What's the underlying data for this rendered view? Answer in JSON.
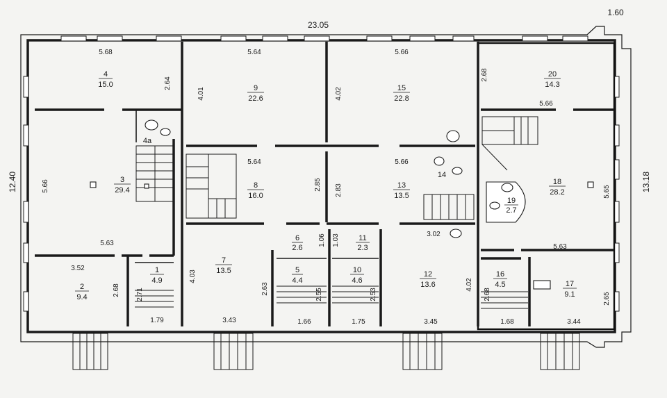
{
  "overall": {
    "width": "23.05",
    "depth_left": "12.40",
    "depth_right": "13.18",
    "corner": "1.60"
  },
  "rooms": [
    {
      "id": "r4",
      "number": "4",
      "area": "15.0"
    },
    {
      "id": "r9",
      "number": "9",
      "area": "22.6"
    },
    {
      "id": "r15",
      "number": "15",
      "area": "22.8"
    },
    {
      "id": "r20",
      "number": "20",
      "area": "14.3"
    },
    {
      "id": "r3",
      "number": "3",
      "area": "29.4"
    },
    {
      "id": "r8",
      "number": "8",
      "area": "16.0"
    },
    {
      "id": "r13",
      "number": "13",
      "area": "13.5"
    },
    {
      "id": "r18",
      "number": "18",
      "area": "28.2"
    },
    {
      "id": "r19",
      "number": "19",
      "area": "2.7"
    },
    {
      "id": "r2",
      "number": "2",
      "area": "9.4"
    },
    {
      "id": "r1",
      "number": "1",
      "area": "4.9"
    },
    {
      "id": "r7",
      "number": "7",
      "area": "13.5"
    },
    {
      "id": "r6",
      "number": "6",
      "area": "2.6"
    },
    {
      "id": "r5",
      "number": "5",
      "area": "4.4"
    },
    {
      "id": "r11",
      "number": "11",
      "area": "2.3"
    },
    {
      "id": "r10",
      "number": "10",
      "area": "4.6"
    },
    {
      "id": "r12",
      "number": "12",
      "area": "13.6"
    },
    {
      "id": "r16",
      "number": "16",
      "area": "4.5"
    },
    {
      "id": "r17",
      "number": "17",
      "area": "9.1"
    }
  ],
  "labels": {
    "r4a": "4a",
    "r14": "14"
  },
  "dims": {
    "d_568": "5.68",
    "d_264": "2.64",
    "d_564a": "5.64",
    "d_401": "4.01",
    "d_566a": "5.66",
    "d_402a": "4.02",
    "d_268a": "2.68",
    "d_566b": "5.66",
    "d_566c": "5.66",
    "d_564b": "5.64",
    "d_285": "2.85",
    "d_283": "2.83",
    "d_566d": "5.66",
    "d_565": "5.65",
    "d_563a": "5.63",
    "d_352": "3.52",
    "d_268b": "2.68",
    "d_271": "2.71",
    "d_403": "4.03",
    "d_263": "2.63",
    "d_255": "2.55",
    "d_106": "1.06",
    "d_103": "1.03",
    "d_253": "2.53",
    "d_302": "3.02",
    "d_402b": "4.02",
    "d_268c": "2.68",
    "d_563b": "5.63",
    "d_265": "2.65",
    "d_179": "1.79",
    "d_343": "3.43",
    "d_166": "1.66",
    "d_175": "1.75",
    "d_345": "3.45",
    "d_168": "1.68",
    "d_344": "3.44"
  }
}
